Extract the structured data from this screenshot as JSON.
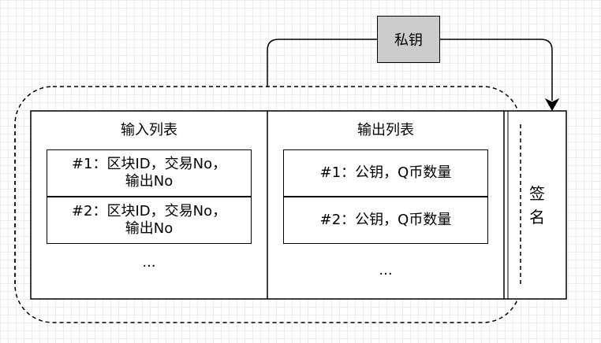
{
  "private_key": {
    "label": "私钥"
  },
  "input_list": {
    "title": "输入列表",
    "items": [
      {
        "text": "#1：区块ID，交易No，\n输出No"
      },
      {
        "text": "#2：区块ID，交易No，\n输出No"
      }
    ],
    "more": "..."
  },
  "output_list": {
    "title": "输出列表",
    "items": [
      {
        "text": "#1：公钥，Q币数量"
      },
      {
        "text": "#2：公钥，Q币数量"
      }
    ],
    "more": "..."
  },
  "signature": {
    "label": "签\n名"
  }
}
